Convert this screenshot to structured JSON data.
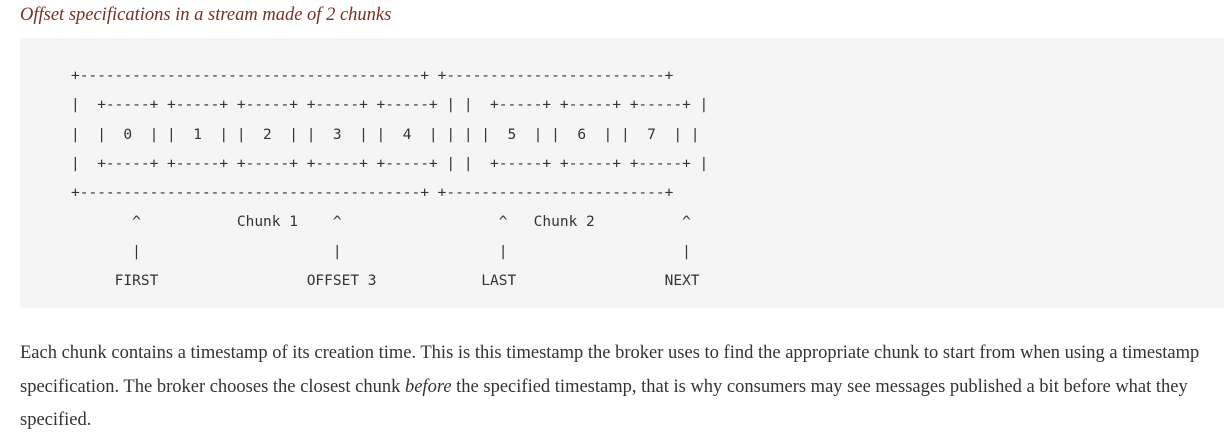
{
  "caption": "Offset specifications in a stream made of 2 chunks",
  "diagram": {
    "lines": [
      "+---------------------------------------+ +-------------------------+",
      "|  +-----+ +-----+ +-----+ +-----+ +-----+ | |  +-----+ +-----+ +-----+ |",
      "|  |  0  | |  1  | |  2  | |  3  | |  4  | | | |  5  | |  6  | |  7  | |",
      "|  +-----+ +-----+ +-----+ +-----+ +-----+ | |  +-----+ +-----+ +-----+ |",
      "+---------------------------------------+ +-------------------------+",
      "       ^           Chunk 1    ^                  ^   Chunk 2          ^",
      "       |                      |                  |                    |",
      "     FIRST                 OFFSET 3            LAST                 NEXT"
    ]
  },
  "paragraph": {
    "before": "Each chunk contains a timestamp of its creation time. This is this timestamp the broker uses to find the appropriate chunk to start from when using a timestamp specification. The broker chooses the closest chunk ",
    "emphasis": "before",
    "after": " the specified timestamp, that is why consumers may see messages published a bit before what they specified."
  }
}
